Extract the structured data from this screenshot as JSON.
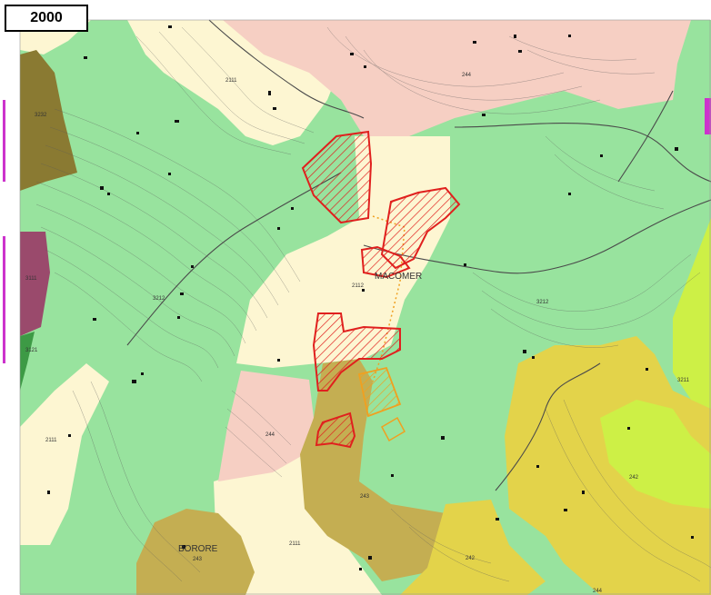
{
  "year_label": "2000",
  "town_labels": {
    "macomer": "MACOMER",
    "borore": "BORORE"
  },
  "zone_codes": {
    "c3232": "3232",
    "c2111_top": "2111",
    "c244_top": "244",
    "c3212_left": "3212",
    "c3111": "3111",
    "c3121": "3121",
    "c2112": "2112",
    "c3212_right": "3212",
    "c3211": "3211",
    "c244_mid": "244",
    "c2111_left": "2111",
    "c243_mid": "243",
    "c243_bottom": "243",
    "c2111_bottom": "2111",
    "c242_bottom": "242",
    "c242_right": "242",
    "c244_bottom": "244"
  },
  "colors": {
    "forest_green": "#98e39e",
    "cream": "#fdf6d2",
    "pink": "#f6cfc3",
    "olive": "#c4ae52",
    "yellow": "#e3d34a",
    "lime": "#cdf046",
    "dark_olive": "#8a7a32",
    "maroon": "#9a4a6c",
    "magenta": "#cc33cc",
    "dark_green": "#3d9a45",
    "hatch_red": "#e0201e",
    "hatch_orange": "#f0a020",
    "road": "#4a4a4a",
    "contour": "#5a5a5a"
  }
}
